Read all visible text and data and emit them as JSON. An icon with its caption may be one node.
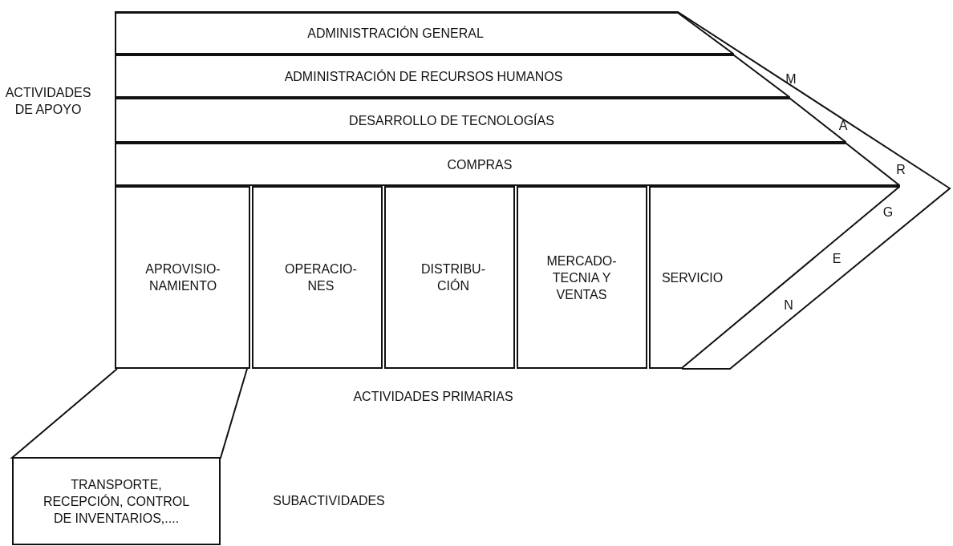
{
  "diagram": {
    "nodes": [
      {
        "text": [
          "ADMINISTRACIÓN GENERAL"
        ]
      },
      {
        "text": [
          "ADMINISTRACIÓN DE RECURSOS HUMANOS"
        ]
      },
      {
        "text": [
          "DESARROLLO DE TECNOLOGÍAS"
        ]
      },
      {
        "text": [
          "COMPRAS"
        ]
      },
      {
        "text": [
          "APROVISIO- NAMIENTO"
        ]
      },
      {
        "text": [
          "OPERACIO- NES"
        ]
      },
      {
        "text": [
          "DISTRIBU- CIÓN"
        ]
      },
      {
        "text": [
          "MERCADO- TECNIA Y VENTAS"
        ]
      },
      {
        "text": [
          "SERVICIO"
        ]
      },
      {
        "text": [
          "TRANSPORTE, RECEPCIÓN, CONTROL DE INVENTARIOS,...."
        ]
      }
    ],
    "edges": [
      {
        "from": 4,
        "to": 9,
        "arrow": "none"
      }
    ],
    "labels": [
      "ACTIVIDADES DE APOYO",
      "M",
      "A",
      "R",
      "G",
      "E",
      "N",
      "ACTIVIDADES PRIMARIAS",
      "SUBACTIVIDADES"
    ]
  }
}
